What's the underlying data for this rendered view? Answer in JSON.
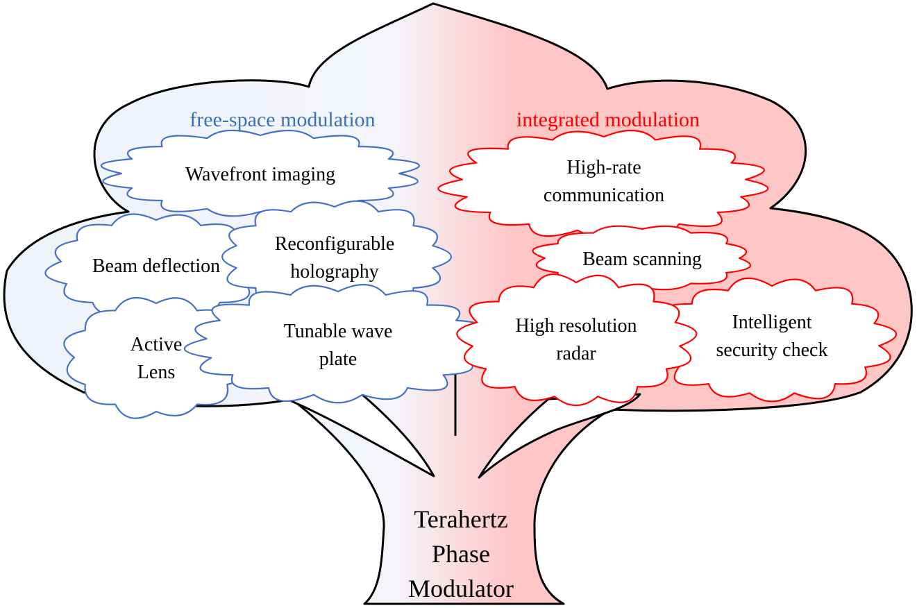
{
  "colors": {
    "left_fill": "#eef3fa",
    "right_fill": "#ffc6c6",
    "outline": "#000000",
    "blue": "#4472c4",
    "blue_text": "#3a72b8",
    "red": "#ff0000",
    "text": "#000000"
  },
  "trunk": {
    "lines": [
      "Terahertz",
      "Phase",
      "Modulator"
    ]
  },
  "groups": {
    "left": {
      "title": "free-space modulation",
      "clouds": [
        {
          "id": "wavefront-imaging",
          "lines": [
            "Wavefront imaging"
          ]
        },
        {
          "id": "beam-deflection",
          "lines": [
            "Beam deflection"
          ]
        },
        {
          "id": "reconfigurable-holography",
          "lines": [
            "Reconfigurable",
            "holography"
          ]
        },
        {
          "id": "active-lens",
          "lines": [
            "Active",
            "Lens"
          ]
        },
        {
          "id": "tunable-wave-plate",
          "lines": [
            "Tunable wave",
            "plate"
          ]
        }
      ]
    },
    "right": {
      "title": "integrated modulation",
      "clouds": [
        {
          "id": "high-rate-communication",
          "lines": [
            "High-rate",
            "communication"
          ]
        },
        {
          "id": "beam-scanning",
          "lines": [
            "Beam scanning"
          ]
        },
        {
          "id": "high-resolution-radar",
          "lines": [
            "High resolution",
            "radar"
          ]
        },
        {
          "id": "intelligent-security-check",
          "lines": [
            "Intelligent",
            "security check"
          ]
        }
      ]
    }
  }
}
